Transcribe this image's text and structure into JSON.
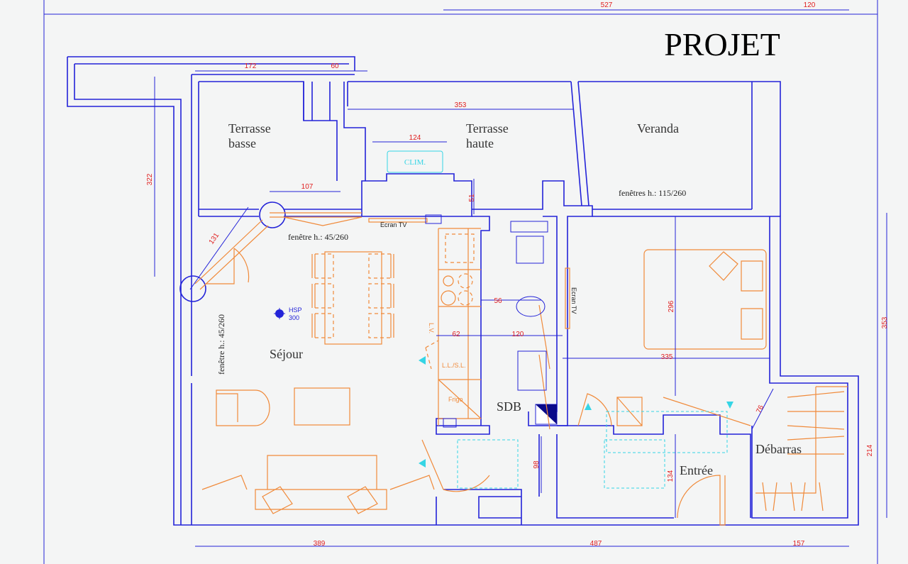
{
  "title": "PROJET",
  "rooms": {
    "terrasse_basse_1": "Terrasse",
    "terrasse_basse_2": "basse",
    "terrasse_haute_1": "Terrasse",
    "terrasse_haute_2": "haute",
    "veranda": "Veranda",
    "sejour": "Séjour",
    "sdb": "SDB",
    "entree": "Entrée",
    "debarras": "Débarras"
  },
  "notes": {
    "fenetres_veranda": "fenêtres h.: 115/260",
    "fenetre_sejour_top": "fenêtre h.: 45/260",
    "fenetre_sejour_left": "fenêtre h.: 45/260",
    "ecran_tv_1": "Ecran TV",
    "ecran_tv_2": "Ecran TV",
    "clim": "CLIM.",
    "hsp_1": "HSP",
    "hsp_2": "300",
    "lv": "L.V.",
    "ll_sl": "L.L./S.L.",
    "frigo": "Frigo"
  },
  "dims": [
    "527",
    "120",
    "172",
    "60",
    "353",
    "124",
    "107",
    "51",
    "131",
    "322",
    "56",
    "62",
    "120",
    "296",
    "335",
    "353",
    "76",
    "214",
    "98",
    "134",
    "389",
    "487",
    "157"
  ],
  "colors": {
    "walls": "#2323d8",
    "furniture": "#f08a3a",
    "dimensions": "#e02020",
    "clim": "#35d5e5"
  }
}
